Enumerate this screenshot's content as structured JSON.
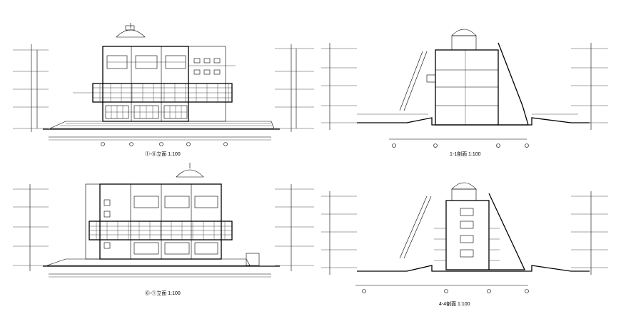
{
  "drawings": [
    {
      "id": "front-elevation",
      "kind": "elevation",
      "caption": "①-⑥立面 1:100"
    },
    {
      "id": "section-1-1",
      "kind": "section",
      "caption": "1-1剖面 1:100"
    },
    {
      "id": "rear-elevation",
      "kind": "elevation",
      "caption": "⑥-①立面 1:100"
    },
    {
      "id": "section-4-4",
      "kind": "section",
      "caption": "4-4剖面 1:100"
    }
  ],
  "colors": {
    "line": "#000000",
    "background": "#ffffff"
  }
}
